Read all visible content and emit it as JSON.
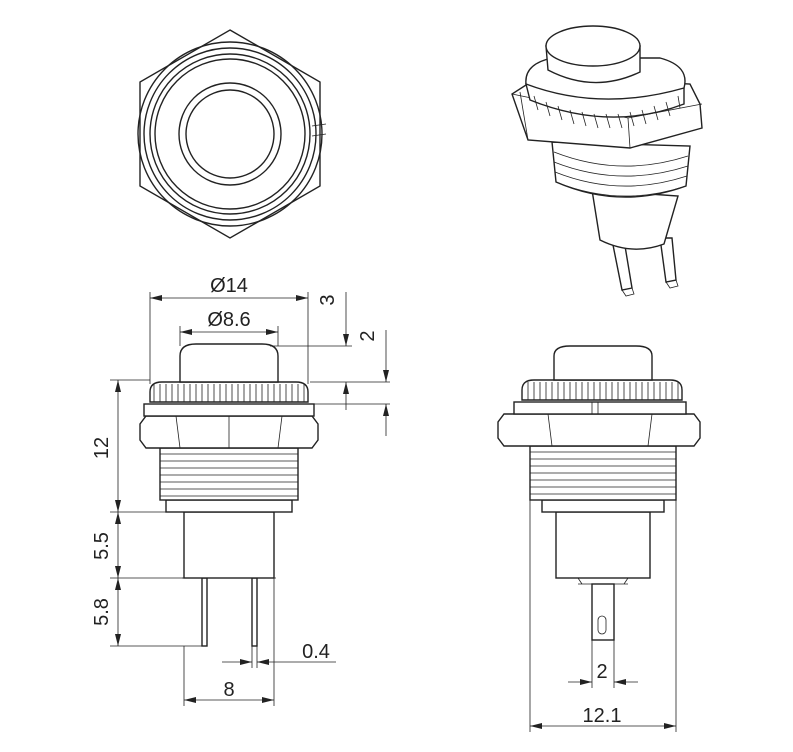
{
  "dimensions": {
    "outer_diameter": "Ø14",
    "button_diameter": "Ø8.6",
    "button_height": "3",
    "ring_height": "2",
    "body_length": "12",
    "terminal_body": "5.5",
    "terminal_length": "5.8",
    "pin_thickness": "0.4",
    "pin_spacing": "8",
    "pin_width": "2",
    "nut_width": "12.1"
  },
  "colors": {
    "line": "#222222",
    "background": "#ffffff"
  }
}
